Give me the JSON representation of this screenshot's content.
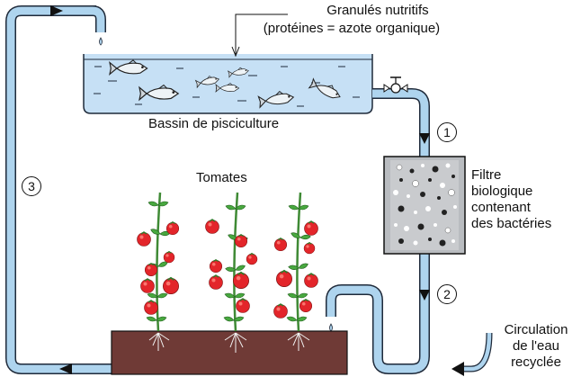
{
  "labels": {
    "granules_title": "Granulés nutritifs",
    "granules_sub": "(protéines = azote organique)",
    "bassin": "Bassin de pisciculture",
    "tomates": "Tomates",
    "filtre_l1": "Filtre",
    "filtre_l2": "biologique",
    "filtre_l3": "contenant",
    "filtre_l4": "des bactéries",
    "circ_l1": "Circulation",
    "circ_l2": "de l'eau",
    "circ_l3": "recyclée"
  },
  "steps": [
    "1",
    "2",
    "3"
  ],
  "colors": {
    "pipe": "#aed4ee",
    "pipe_outline": "#1f2a3a",
    "water": "#c6e0f5",
    "soil": "#6f3a36",
    "filter_bg": "#b9bcc0",
    "tomato": "#e3252a",
    "leaf": "#3f9a3a"
  }
}
